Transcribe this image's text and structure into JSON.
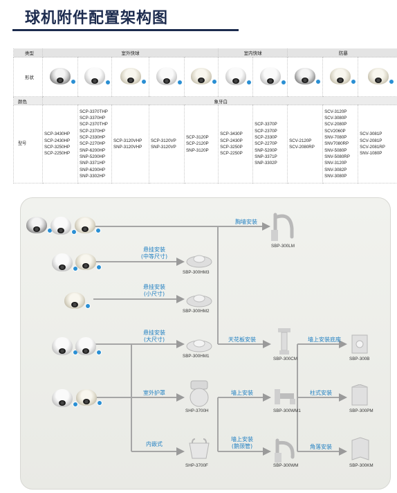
{
  "title": "球机附件配置架构图",
  "table": {
    "headers": {
      "type": "类型",
      "outdoor": "室外快球",
      "indoor": "室内快球",
      "vandal": "防暴"
    },
    "row_labels": {
      "shape": "形状",
      "color": "颜色",
      "model": "型号"
    },
    "color_value": "象牙白",
    "models": [
      [
        "SCP-3430HP",
        "SCP-2430HP",
        "SCP-3250HP",
        "SCP-2250HP"
      ],
      [
        "SCP-3370THP",
        "SCP-3370HP",
        "SCP-2370THP",
        "SCP-2370HP",
        "SCP-2330HP",
        "SCP-2270HP",
        "SNP-6200HP",
        "SNP-5200HP",
        "SNP-3371HP",
        "SNP-6200HP",
        "SNP-3302HP"
      ],
      [
        "SCP-3120VHP",
        "SNP-3120VHP"
      ],
      [
        "SCP-3120VP",
        "SNP-3120VP"
      ],
      [
        "SCP-3120P",
        "SCP-2120P",
        "SNP-3120P"
      ],
      [
        "SCP-3430P",
        "SCP-2430P",
        "SCP-3250P",
        "SCP-2250P"
      ],
      [
        "SCP-3370P",
        "SCP-2370P",
        "SCP-2330P",
        "SCP-2270P",
        "SNP-5200P",
        "SNP-3371P",
        "SNP-3302P"
      ],
      [
        "SCV-2120P",
        "SCV-2080RP"
      ],
      [
        "SCV-3120P",
        "SCV-3080P",
        "SCV-2080P",
        "SCV2060P",
        "SNV-7080P",
        "SNV7080RP",
        "SNV-5080P",
        "SNV-5080RP",
        "SNV-3120P",
        "SNV-3082P",
        "SNV-3080P"
      ],
      [
        "SCV-3081P",
        "SCV-2081P",
        "SCV-2081RP",
        "SNV-1080P"
      ]
    ]
  },
  "diagram": {
    "labels": {
      "wall_chest": "胸墙安装",
      "pendant_mid": "悬挂安装\n(中等尺寸)",
      "pendant_small": "悬挂安装\n(小尺寸)",
      "pendant_large": "悬挂安装\n(大尺寸)",
      "ceiling": "天花板安装",
      "wall_base": "墙上安装底座",
      "outdoor_housing": "室外护罩",
      "wall": "墙上安装",
      "pole": "柱式安装",
      "flush": "内嵌式",
      "wall_neck": "墙上安装\n(鹅颈管)",
      "corner": "角落安装"
    },
    "models": {
      "lm": "SBP-300LM",
      "hm3": "SBP-300HM3",
      "hm2": "SBP-300HM2",
      "hm1": "SBP-300HM1",
      "cm": "SBP-300CM",
      "b": "SBP-300B",
      "shp3700h": "SHP-3700H",
      "wm1": "SBP-300WM1",
      "pm": "SBP-300PM",
      "shp3700f": "SHP-3700F",
      "wm": "SBP-300WM",
      "km": "SBP-300KM"
    }
  },
  "colors": {
    "title": "#1c2b4e",
    "accent": "#1f7fc2",
    "line": "#9a9a9a",
    "dot": "#2a8fd3"
  }
}
